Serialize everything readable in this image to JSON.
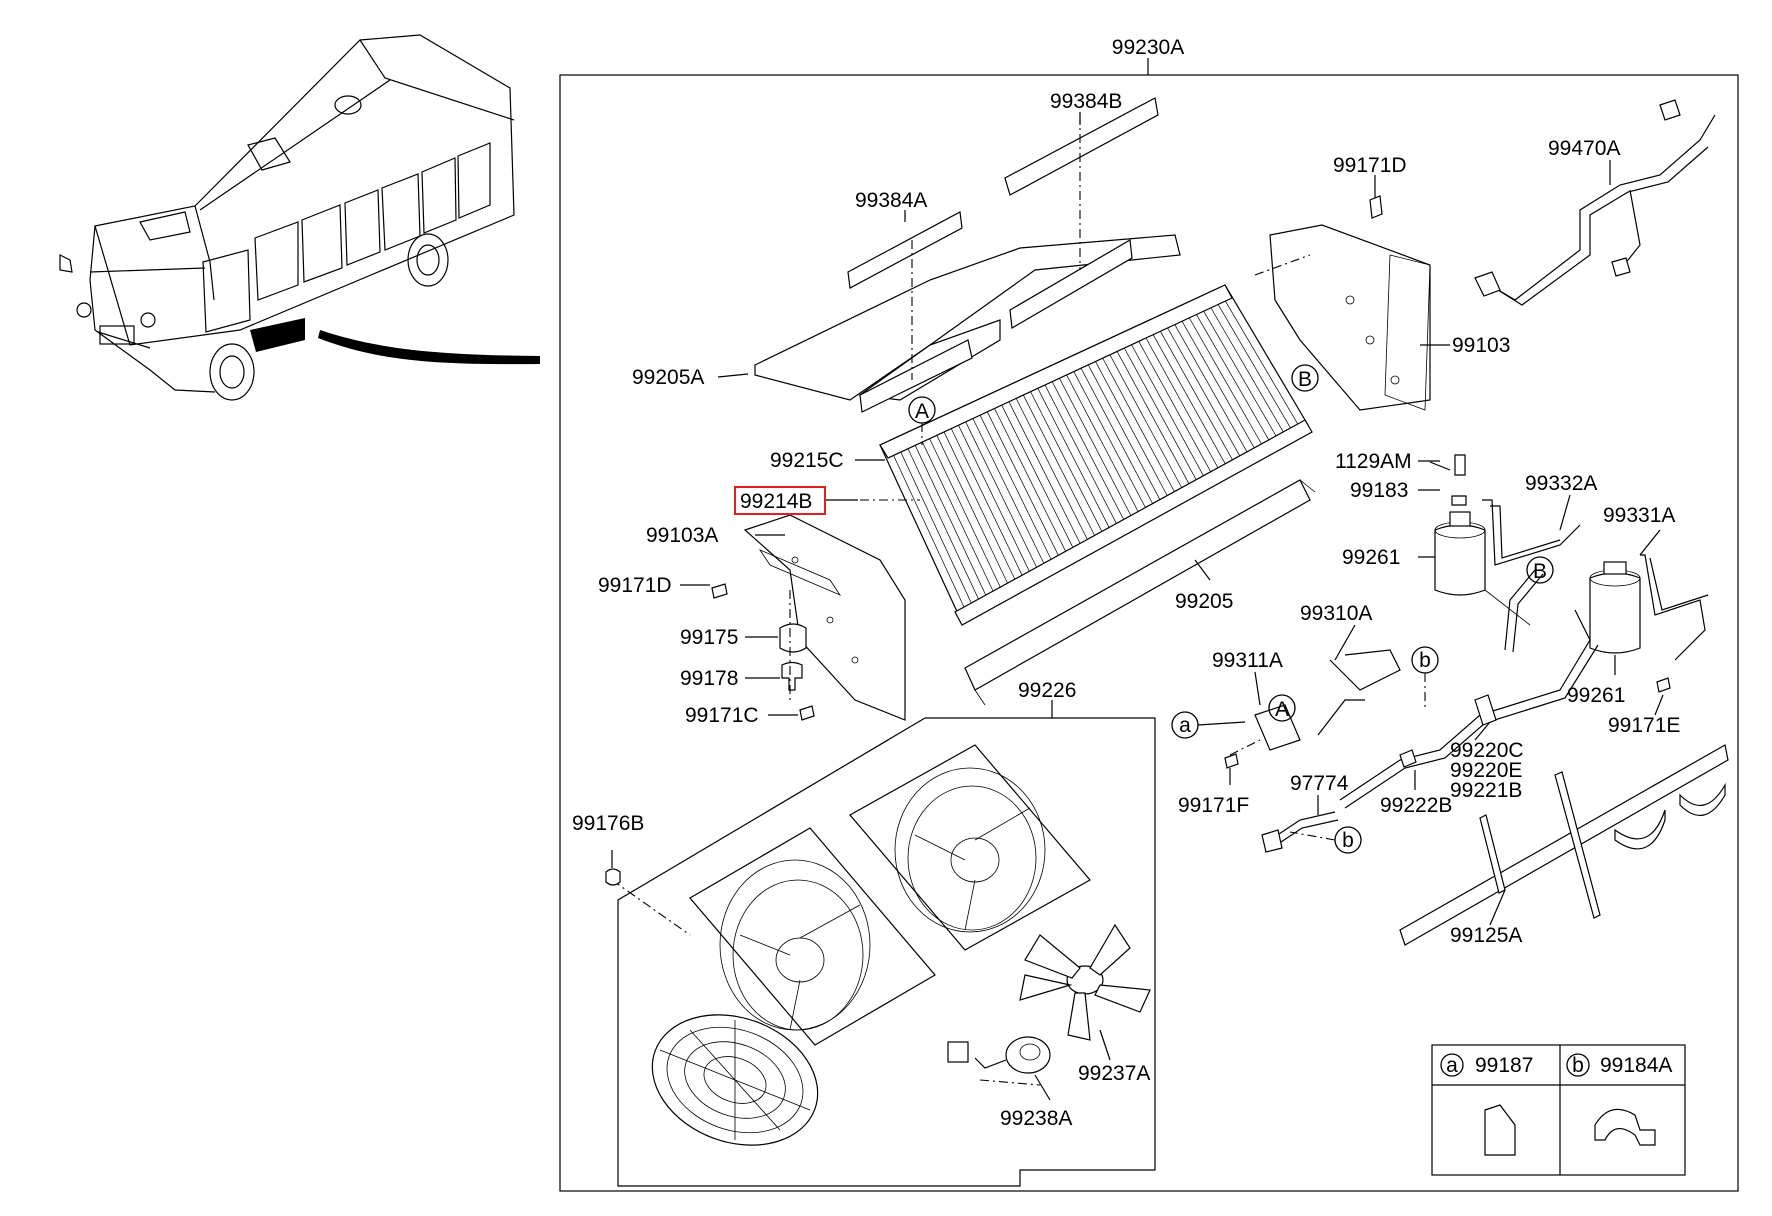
{
  "assembly_label": "99230A",
  "parts": {
    "p99384B": "99384B",
    "p99384A": "99384A",
    "p99205A": "99205A",
    "p99171D_top": "99171D",
    "p99470A": "99470A",
    "p99103": "99103",
    "p99215C": "99215C",
    "p99214B": "99214B",
    "p99103A": "99103A",
    "p99171D_left": "99171D",
    "p99175": "99175",
    "p99178": "99178",
    "p99171C": "99171C",
    "p99205": "99205",
    "p1129AM": "1129AM",
    "p99183": "99183",
    "p99261_a": "99261",
    "p99332A": "99332A",
    "p99331A": "99331A",
    "p99261_b": "99261",
    "p99171E": "99171E",
    "p99310A": "99310A",
    "p99311A": "99311A",
    "p99171F": "99171F",
    "p97774": "97774",
    "p99222B": "99222B",
    "p99220C": "99220C",
    "p99220E": "99220E",
    "p99221B": "99221B",
    "p99125A": "99125A",
    "p99226": "99226",
    "p99176B": "99176B",
    "p99237A": "99237A",
    "p99238A": "99238A"
  },
  "markers": {
    "A1": "A",
    "A2": "A",
    "B1": "B",
    "B2": "B",
    "a1": "a",
    "b1": "b",
    "b2": "b"
  },
  "legend": {
    "a_key": "a",
    "a_part": "99187",
    "b_key": "b",
    "b_part": "99184A"
  },
  "highlight_color": "#e0201e"
}
